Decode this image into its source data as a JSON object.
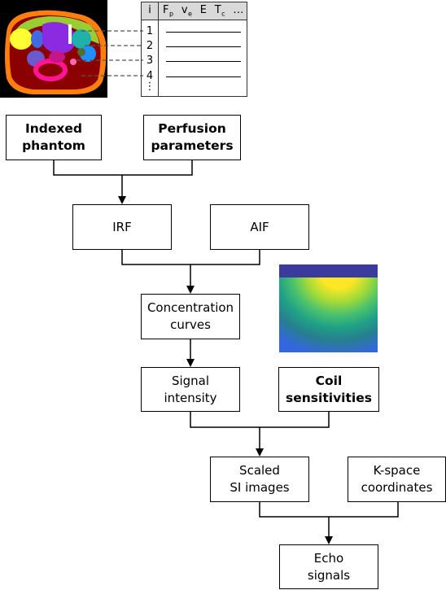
{
  "table": {
    "header_index": "i",
    "header_params": [
      {
        "main": "F",
        "sub": "p"
      },
      {
        "main": "v",
        "sub": "e"
      },
      {
        "main": "E",
        "sub": ""
      },
      {
        "main": "T",
        "sub": "c"
      },
      {
        "main": "…",
        "sub": ""
      }
    ],
    "rows": [
      "1",
      "2",
      "3",
      "4",
      "⋮"
    ]
  },
  "nodes": {
    "indexed_phantom": "Indexed\nphantom",
    "perfusion_parameters": "Perfusion\nparameters",
    "irf": "IRF",
    "aif": "AIF",
    "concentration_curves": "Concentration\ncurves",
    "signal_intensity": "Signal\nintensity",
    "coil_sensitivities": "Coil\nsensitivities",
    "scaled_si_images": "Scaled\nSI images",
    "kspace_coordinates": "K-space\ncoordinates",
    "echo_signals": "Echo\nsignals"
  },
  "colors": {
    "phantom_background": "#000000",
    "coil_top_band": "#3b3b9e",
    "coil_colormap": [
      "#440154",
      "#3b528b",
      "#21918c",
      "#5ec962",
      "#fde725"
    ]
  }
}
